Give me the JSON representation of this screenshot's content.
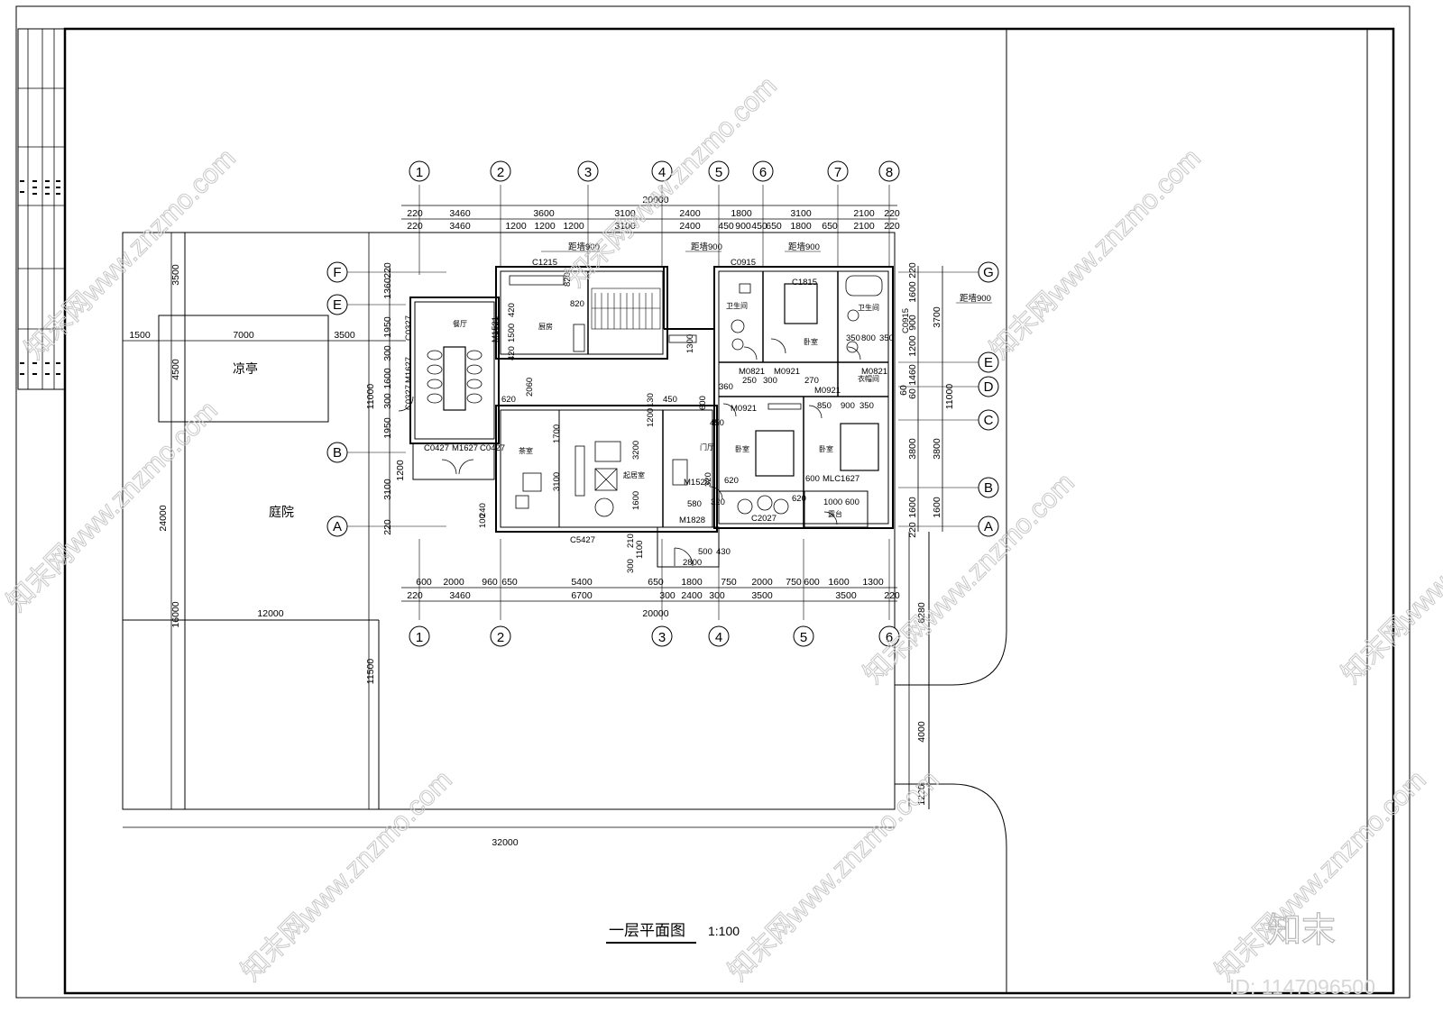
{
  "title": {
    "name": "一层平面图",
    "scale": "1:100"
  },
  "watermark": {
    "text": "知末网www.znzmo.com",
    "logo": "知末",
    "id": "ID: 1147096500"
  },
  "axes": {
    "top": [
      "1",
      "2",
      "3",
      "4",
      "5",
      "6",
      "7",
      "8"
    ],
    "bottom": [
      "1",
      "2",
      "3",
      "4",
      "5",
      "6"
    ],
    "left": [
      "F",
      "E",
      "B",
      "A"
    ],
    "right": [
      "G",
      "E",
      "D",
      "C",
      "B",
      "A"
    ]
  },
  "dimensions": {
    "top_total": "20000",
    "top_row1": [
      "220",
      "3460",
      "3600",
      "3100",
      "2400",
      "1800",
      "3100",
      "2100",
      "220"
    ],
    "top_row2": [
      "220",
      "3460",
      "1200",
      "1200",
      "1200",
      "3100",
      "2400",
      "450",
      "900",
      "450",
      "650",
      "1800",
      "650",
      "2100",
      "220"
    ],
    "bottom_row1": [
      "600",
      "2000",
      "960",
      "650",
      "5400",
      "650",
      "1800",
      "750",
      "2000",
      "750",
      "600",
      "1600",
      "1300"
    ],
    "bottom_row2": [
      "220",
      "3460",
      "6700",
      "300",
      "2400",
      "300",
      "3500",
      "3500",
      "220"
    ],
    "bottom_total": "20000",
    "left_outer": [
      "3500",
      "1500",
      "7000",
      "3500",
      "4500",
      "24000",
      "16000",
      "12000",
      "11500",
      "32000"
    ],
    "left_inner": [
      "220",
      "1360",
      "1950",
      "300",
      "1600",
      "300",
      "1950",
      "1200",
      "3100",
      "220",
      "11000"
    ],
    "right_inner": [
      "220",
      "1600",
      "900",
      "1200",
      "1460",
      "60",
      "60",
      "3800",
      "1600",
      "220"
    ],
    "right_outer": [
      "3700",
      "11000",
      "3800",
      "1600",
      "6280",
      "4000",
      "1220"
    ]
  },
  "rooms": {
    "pavilion": "凉亭",
    "courtyard": "庭院",
    "dining": "餐厅",
    "kitchen": "厨房",
    "tea": "茶室",
    "living": "起居室",
    "foyer": "门厅",
    "bath1": "卫生间",
    "bath2": "卫生间",
    "bed1": "卧室",
    "bed2": "卧室",
    "bed3": "卧室",
    "closet": "衣帽间",
    "balcony": "露台"
  },
  "openings": [
    "C1215",
    "C0915",
    "C1815",
    "C0915",
    "M1521",
    "C0327",
    "C0327",
    "M1627",
    "C0427",
    "M1627",
    "C0427",
    "M0821",
    "M0921",
    "M0921",
    "M0821",
    "M0921",
    "M1528",
    "M1828",
    "C2027",
    "MLC1627",
    "C5427"
  ],
  "notes": [
    "距墙900",
    "距墙900",
    "距墙900",
    "距墙900"
  ],
  "misc_dims": [
    "820",
    "820",
    "420",
    "1500",
    "420",
    "2060",
    "620",
    "1700",
    "3200",
    "3100",
    "1600",
    "1200",
    "130",
    "450",
    "600",
    "450",
    "360",
    "250",
    "300",
    "270",
    "850",
    "900",
    "350",
    "350",
    "800",
    "350",
    "620",
    "580",
    "320",
    "320",
    "600",
    "620",
    "1000",
    "600",
    "100",
    "240",
    "210",
    "300",
    "1100",
    "2800",
    "500",
    "430",
    "1300"
  ]
}
